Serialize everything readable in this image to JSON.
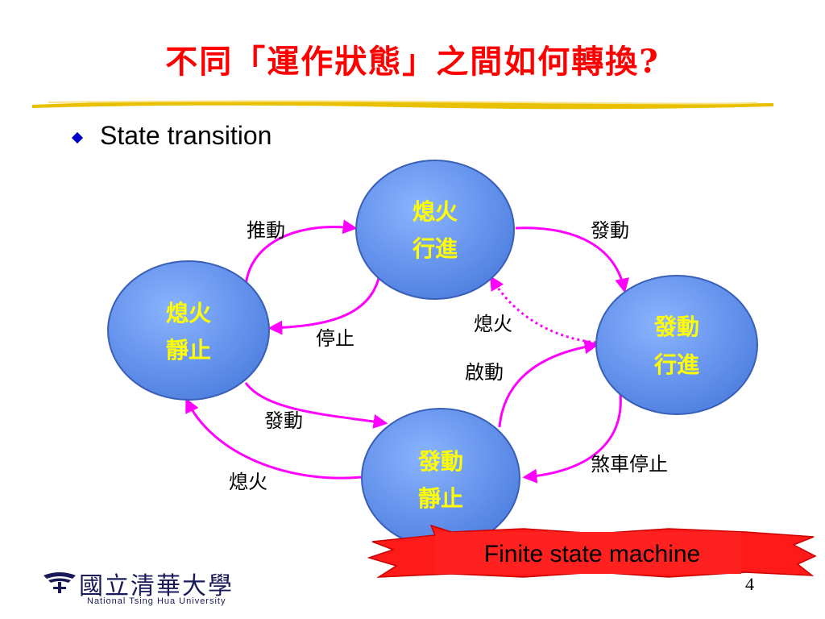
{
  "slide": {
    "title": "不同「運作狀態」之間如何轉換?",
    "bullet": "State transition",
    "page_number": "4"
  },
  "states": {
    "off_moving": [
      "熄火",
      "行進"
    ],
    "off_stopped": [
      "熄火",
      "靜止"
    ],
    "on_moving": [
      "發動",
      "行進"
    ],
    "on_stopped": [
      "發動",
      "靜止"
    ]
  },
  "transitions": {
    "push": "推動",
    "start_top": "發動",
    "stop": "停止",
    "off_dotted": "熄火",
    "launch": "啟動",
    "start_bottom": "發動",
    "brake_stop": "煞車停止",
    "off_bottom": "熄火"
  },
  "banner": "Finite state machine",
  "logo": {
    "name": "國立清華大學",
    "english": "National Tsing Hua University"
  },
  "colors": {
    "title": "#ff0000",
    "state_fill": "#6e9cf0",
    "state_text": "#ffff00",
    "arrow": "#ff00ff",
    "banner": "#ff0000",
    "rule": "#e8c000"
  }
}
